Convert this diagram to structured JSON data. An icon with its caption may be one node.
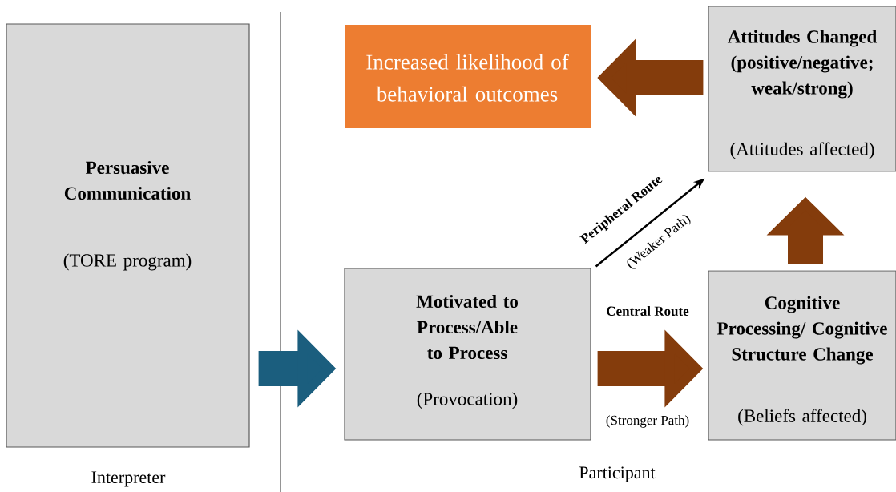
{
  "diagram": {
    "nodes": [
      {
        "text": [
          "Persuasive Communication",
          "(TORE program)"
        ]
      },
      {
        "text": [
          "Increased likelihood of behavioral outcomes"
        ]
      },
      {
        "text": [
          "Attitudes Changed (positive/negative; weak/strong)",
          "(Attitudes affected)"
        ]
      },
      {
        "text": [
          "Motivated to Process/Able to Process",
          "(Provocation)"
        ]
      },
      {
        "text": [
          "Cognitive Processing/ Cognitive Structure Change",
          "(Beliefs affected)"
        ]
      }
    ],
    "edges": [
      {
        "from": 0,
        "to": 3,
        "arrow": "to",
        "color": "#1b5e7e"
      },
      {
        "from": 3,
        "to": 4,
        "arrow": "to",
        "label": "Central Route"
      },
      {
        "from": 3,
        "to": 2,
        "arrow": "to",
        "label": "Peripheral Route",
        "color": "#000000"
      },
      {
        "from": 4,
        "to": 2,
        "arrow": "to"
      },
      {
        "from": 2,
        "to": 1,
        "arrow": "to"
      }
    ],
    "labels": [
      "(Weaker Path)",
      "(Stronger Path)",
      "Interpreter",
      "Participant"
    ]
  }
}
